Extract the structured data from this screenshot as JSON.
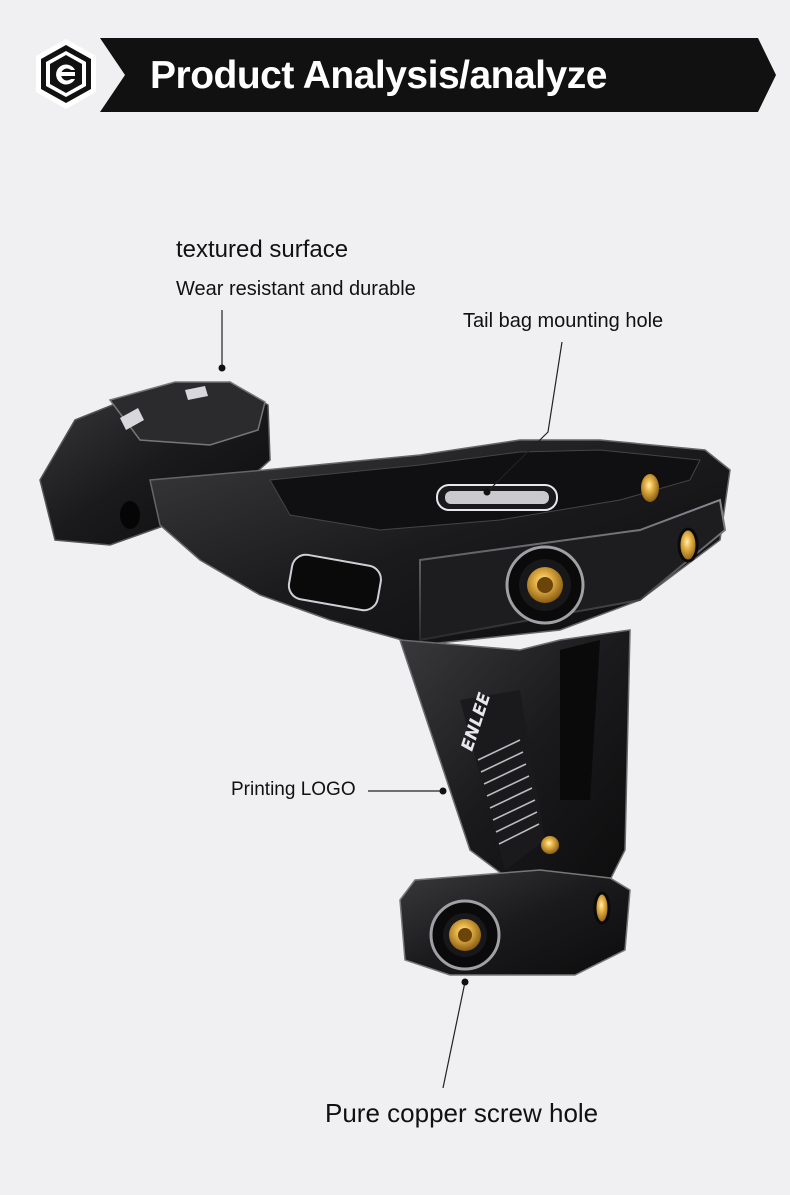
{
  "banner": {
    "title": "Product Analysis/analyze",
    "logo_icon": "enlee-hexagon-logo-icon",
    "background": "#111111"
  },
  "product": {
    "image": "motorcycle-tail-rack-bracket-image",
    "logo_text": "ENLEE",
    "color": "#1c1c1e",
    "insert_color": "#d9a53a"
  },
  "callouts": {
    "textured_surface": "textured surface",
    "wear_resistant": "Wear resistant and durable",
    "tail_bag_hole": "Tail bag mounting hole",
    "printing_logo": "Printing LOGO",
    "copper_screw_hole": "Pure copper screw hole"
  }
}
